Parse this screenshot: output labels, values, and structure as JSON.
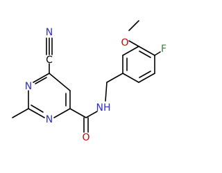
{
  "colors": {
    "background": "#ffffff",
    "bond": "#000000",
    "carbon": "#000000",
    "nitrogen": "#2d2dcc",
    "oxygen": "#cc0000",
    "fluorine": "#2f8a2f"
  },
  "labels": {
    "nitrile_n": "N",
    "nitrile_c": "C",
    "ring_n_upper": "N",
    "ring_n_lower": "N",
    "carbonyl_o": "O",
    "amide_n": "NH",
    "methoxy_o": "O",
    "fluorine": "F"
  }
}
